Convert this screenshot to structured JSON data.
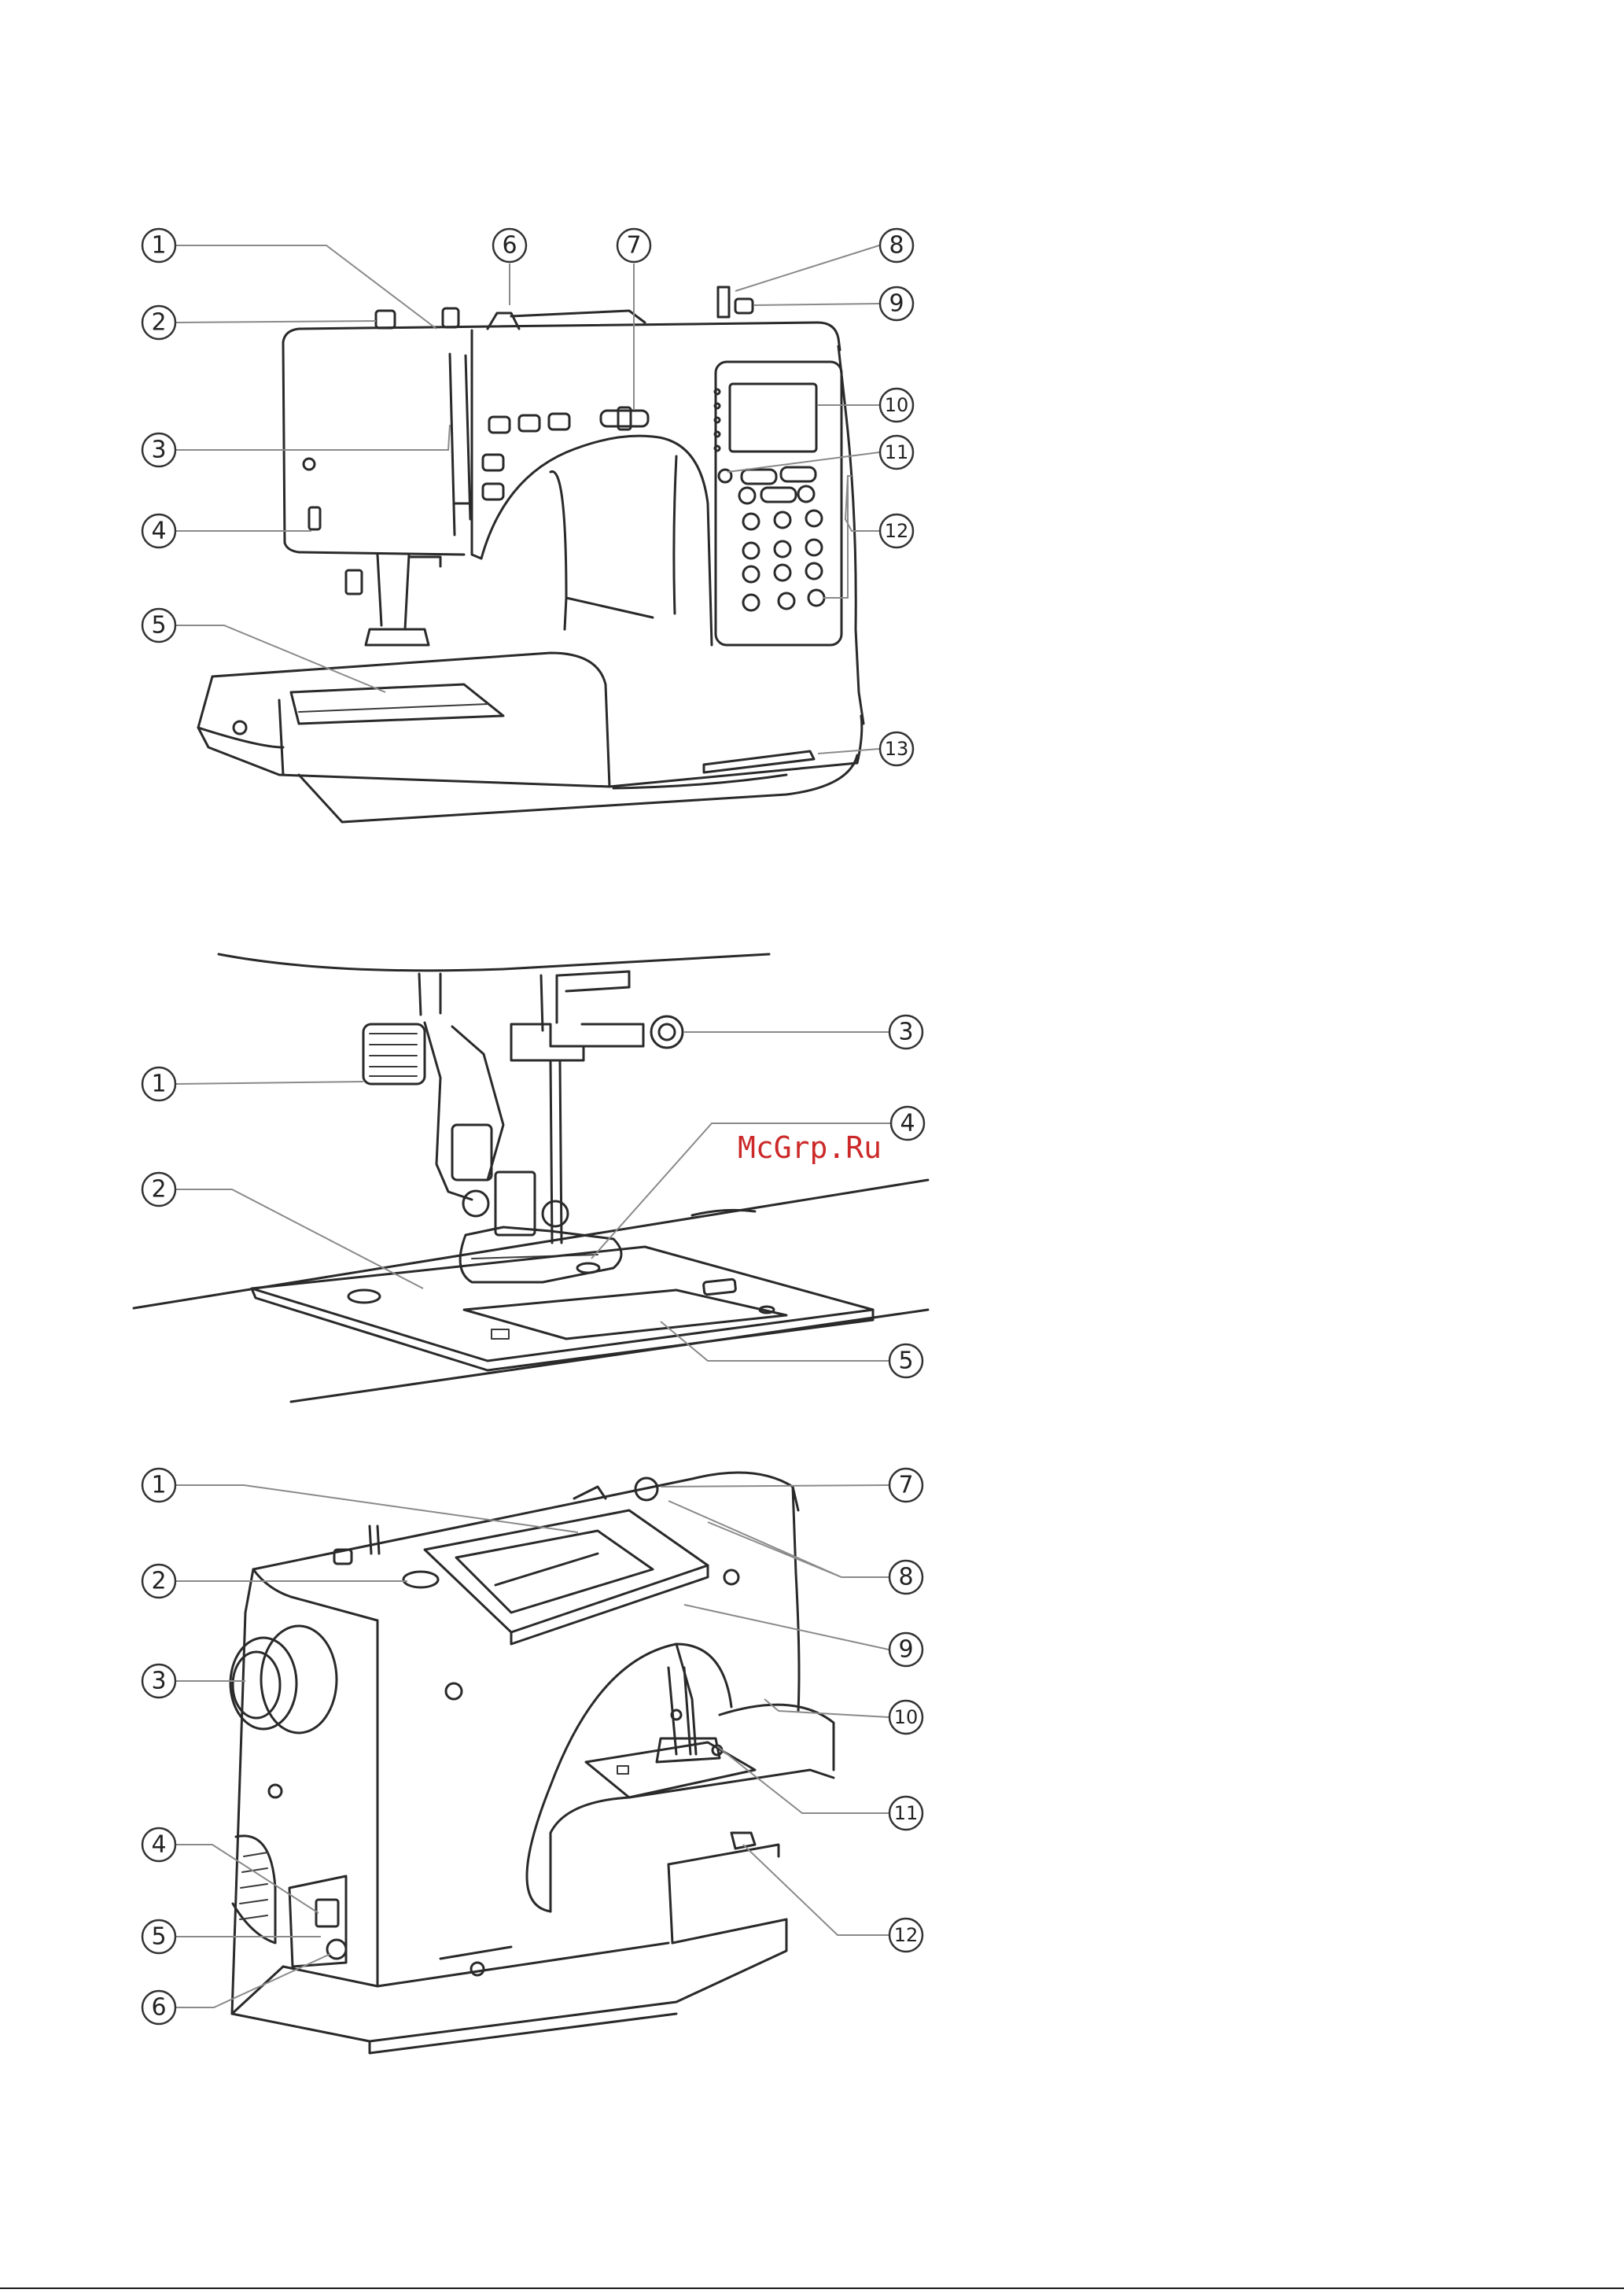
{
  "figure1": {
    "callouts": [
      "1",
      "2",
      "3",
      "4",
      "5",
      "6",
      "7",
      "8",
      "9",
      "10",
      "11",
      "12",
      "13"
    ]
  },
  "figure2": {
    "callouts": [
      "1",
      "2",
      "3",
      "4",
      "5"
    ]
  },
  "figure3": {
    "callouts": [
      "1",
      "2",
      "3",
      "4",
      "5",
      "6",
      "7",
      "8",
      "9",
      "10",
      "11",
      "12"
    ]
  },
  "watermark": "McGrp.Ru"
}
